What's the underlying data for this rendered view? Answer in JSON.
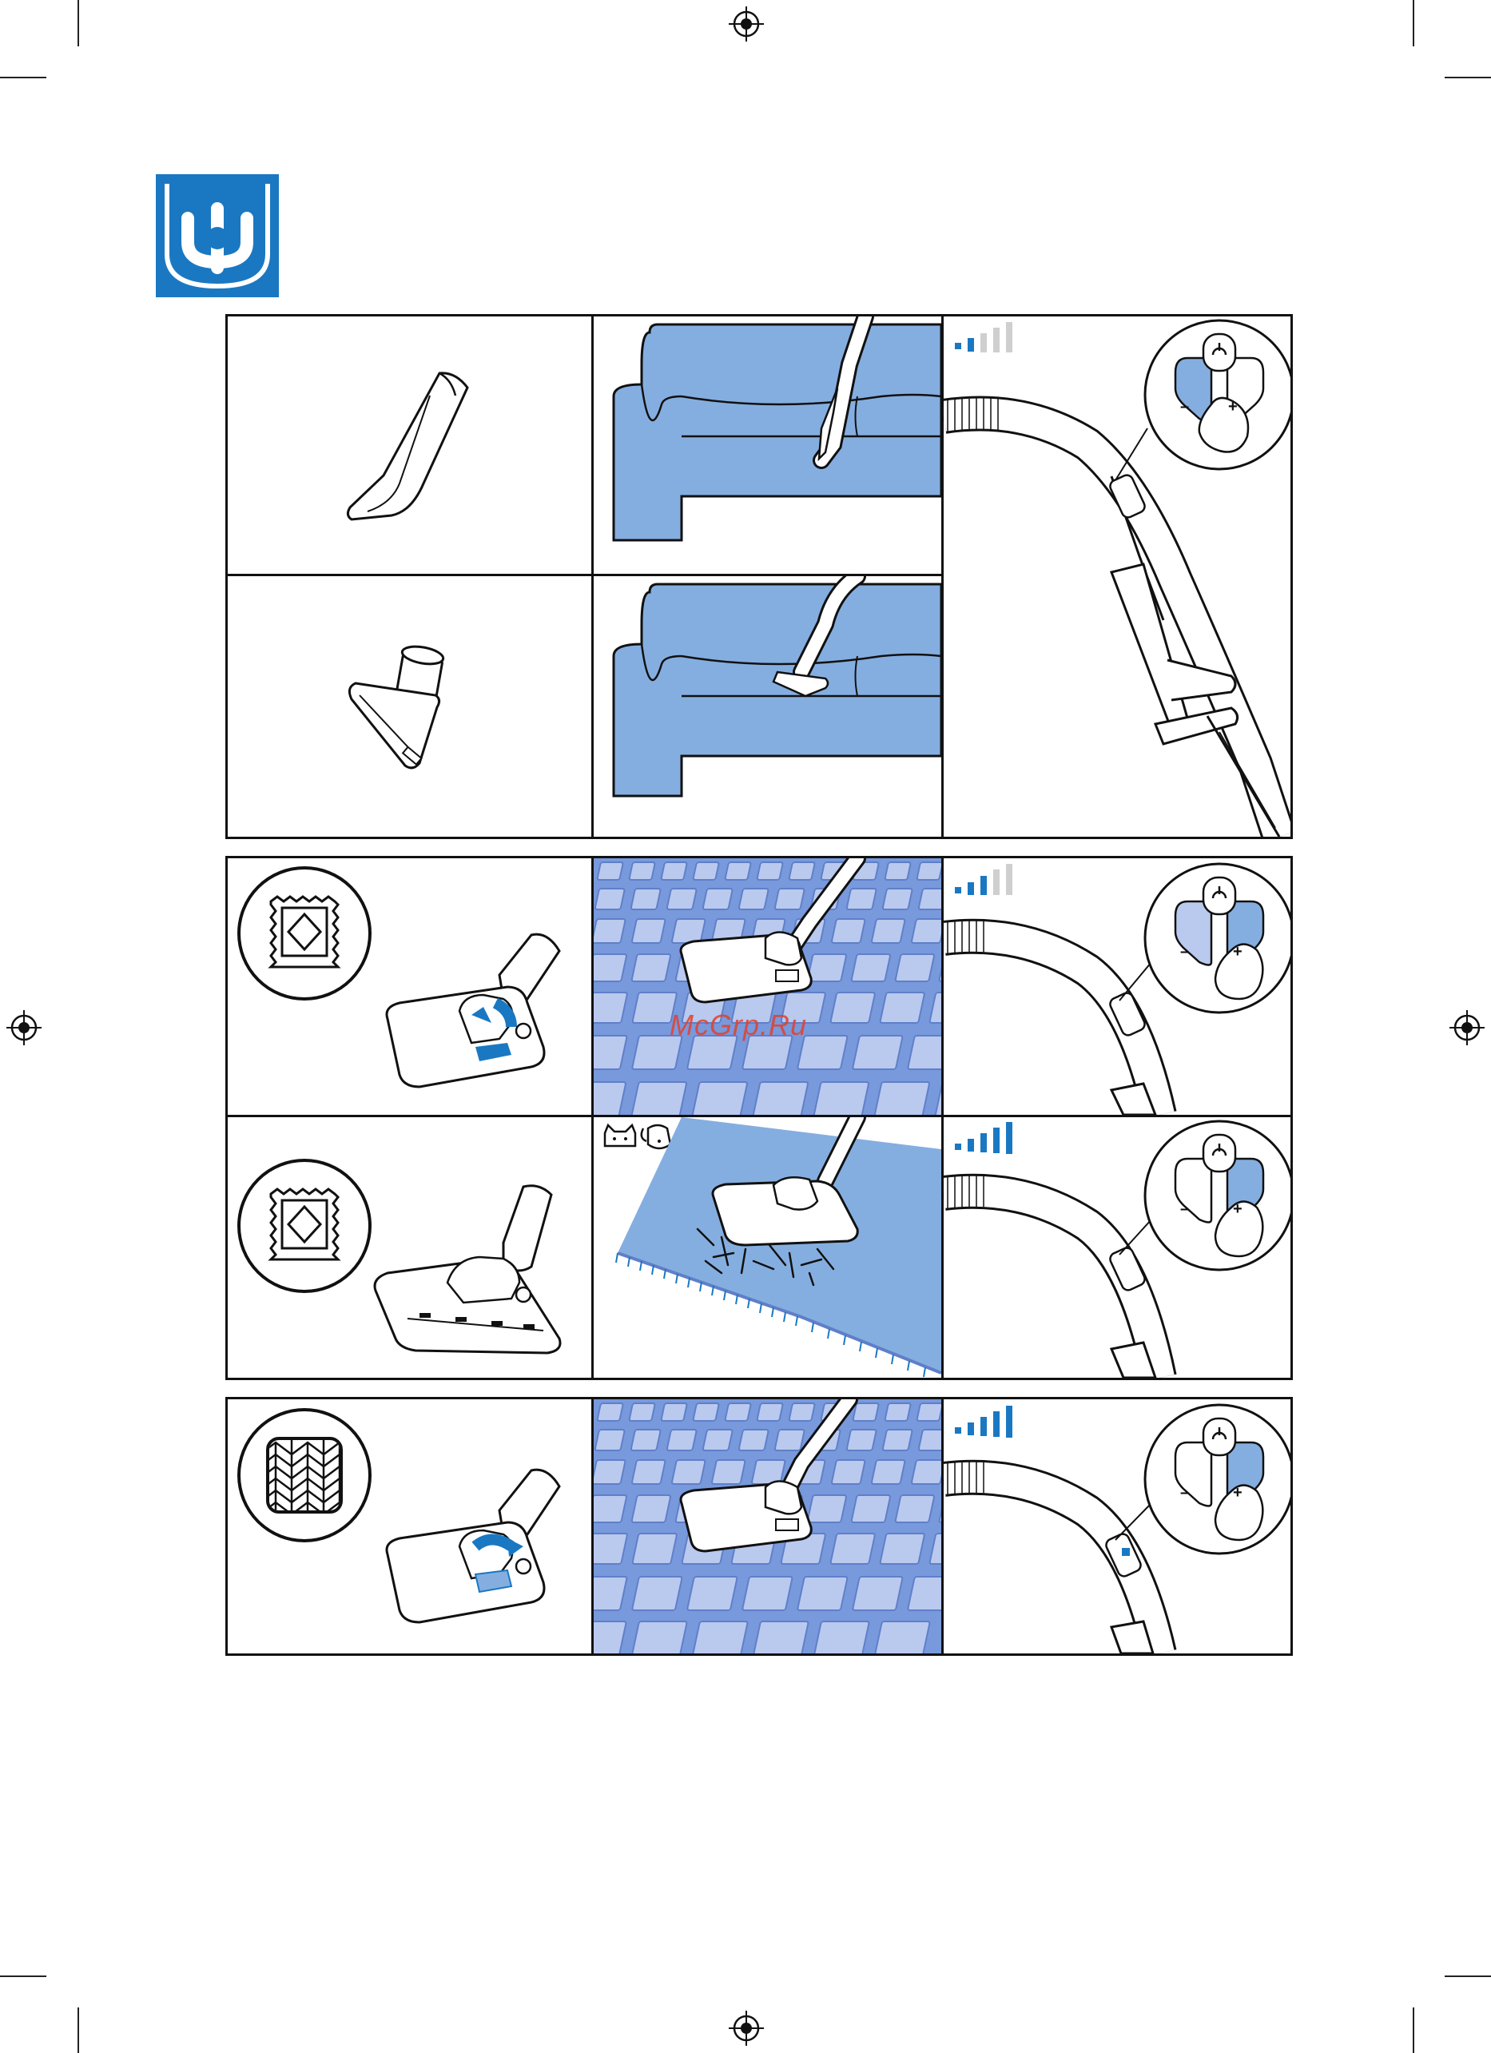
{
  "page": {
    "watermark": "McGrp.Ru"
  },
  "colors": {
    "accent_blue": "#1a78c2",
    "light_blue": "#85aee0",
    "tile_blue": "#6f93d8",
    "grey_bar": "#cfcfcf",
    "ink": "#111111"
  },
  "icons": {
    "logo": "vacuum-hand-logo-icon",
    "crevice_tool": "crevice-tool-icon",
    "upholstery_nozzle": "upholstery-nozzle-icon",
    "hard_floor": "hard-floor-icon",
    "carpet": "carpet-icon",
    "parquet": "parquet-floor-icon",
    "pets": "cat-dog-icon",
    "power": "power-icon"
  },
  "controls": {
    "minus": "–",
    "plus": "+"
  },
  "rows": [
    {
      "id": "crevice",
      "power_level": 1,
      "active_button": "minus"
    },
    {
      "id": "upholstery",
      "power_level": 1,
      "active_button": "minus"
    },
    {
      "id": "hard-floor",
      "power_level": 3,
      "active_button": "plus"
    },
    {
      "id": "carpet",
      "power_level": 5,
      "active_button": "plus"
    },
    {
      "id": "parquet",
      "power_level": 5,
      "active_button": "plus"
    }
  ]
}
